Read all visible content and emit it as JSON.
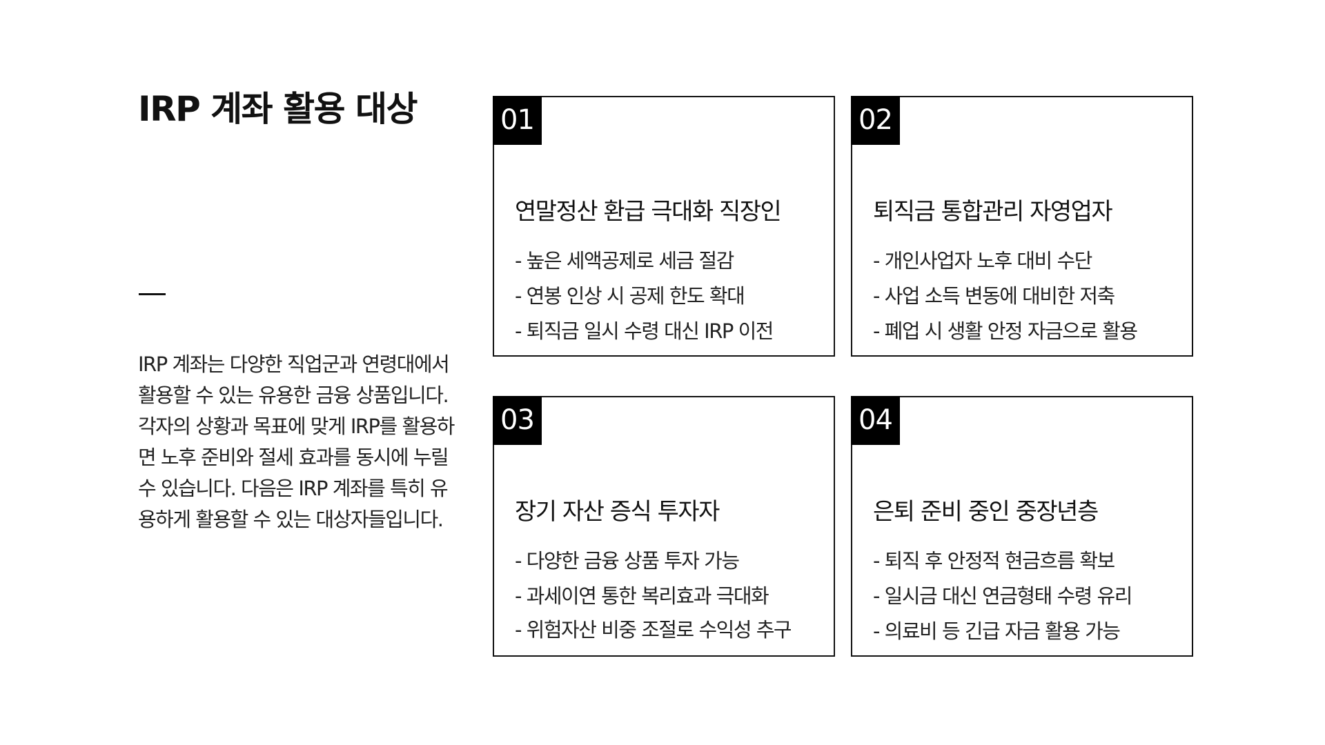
{
  "title": "IRP 계좌 활용 대상",
  "intro": "IRP 계좌는 다양한 직업군과 연령대에서 활용할 수 있는 유용한 금융 상품입니다. 각자의 상황과 목표에 맞게 IRP를 활용하면 노후 준비와 절세 효과를 동시에 누릴 수 있습니다. 다음은 IRP 계좌를 특히 유용하게 활용할 수 있는 대상자들입니다.",
  "cards": [
    {
      "number": "01",
      "title": "연말정산 환급 극대화 직장인",
      "items": [
        "- 높은 세액공제로 세금 절감",
        "- 연봉 인상 시 공제 한도 확대",
        "- 퇴직금 일시 수령 대신 IRP 이전"
      ]
    },
    {
      "number": "02",
      "title": "퇴직금 통합관리 자영업자",
      "items": [
        "- 개인사업자 노후 대비 수단",
        "- 사업 소득 변동에 대비한 저축",
        "- 폐업 시 생활 안정 자금으로 활용"
      ]
    },
    {
      "number": "03",
      "title": "장기 자산 증식 투자자",
      "items": [
        "- 다양한 금융 상품 투자 가능",
        "- 과세이연 통한 복리효과 극대화",
        "- 위험자산 비중 조절로 수익성 추구"
      ]
    },
    {
      "number": "04",
      "title": "은퇴 준비 중인 중장년층",
      "items": [
        "- 퇴직 후 안정적 현금흐름 확보",
        "- 일시금 대신 연금형태 수령 유리",
        "- 의료비 등 긴급 자금 활용 가능"
      ]
    }
  ]
}
